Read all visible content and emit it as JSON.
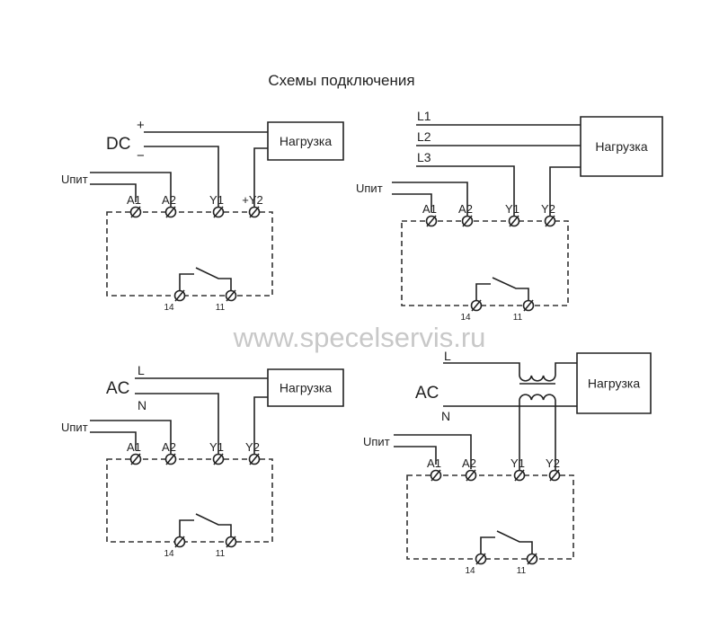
{
  "title": "Схемы подключения",
  "watermark": "www.specelservis.ru",
  "load_label": "Нагрузка",
  "supply_label": "Uпит",
  "terminals": {
    "a1": "A1",
    "a2": "A2",
    "y1": "Y1",
    "contact_14": "14",
    "contact_11": "11"
  },
  "diagrams": [
    {
      "id": "dc",
      "source": "DC",
      "lines": [
        "+",
        "−"
      ],
      "y2": "+Y2"
    },
    {
      "id": "three-phase",
      "source": "",
      "lines": [
        "L1",
        "L2",
        "L3"
      ],
      "y2": "Y2"
    },
    {
      "id": "ac",
      "source": "AC",
      "lines": [
        "L",
        "N"
      ],
      "y2": "Y2"
    },
    {
      "id": "ac-transformer",
      "source": "AC",
      "lines": [
        "L",
        "N"
      ],
      "y2": "Y2"
    }
  ]
}
